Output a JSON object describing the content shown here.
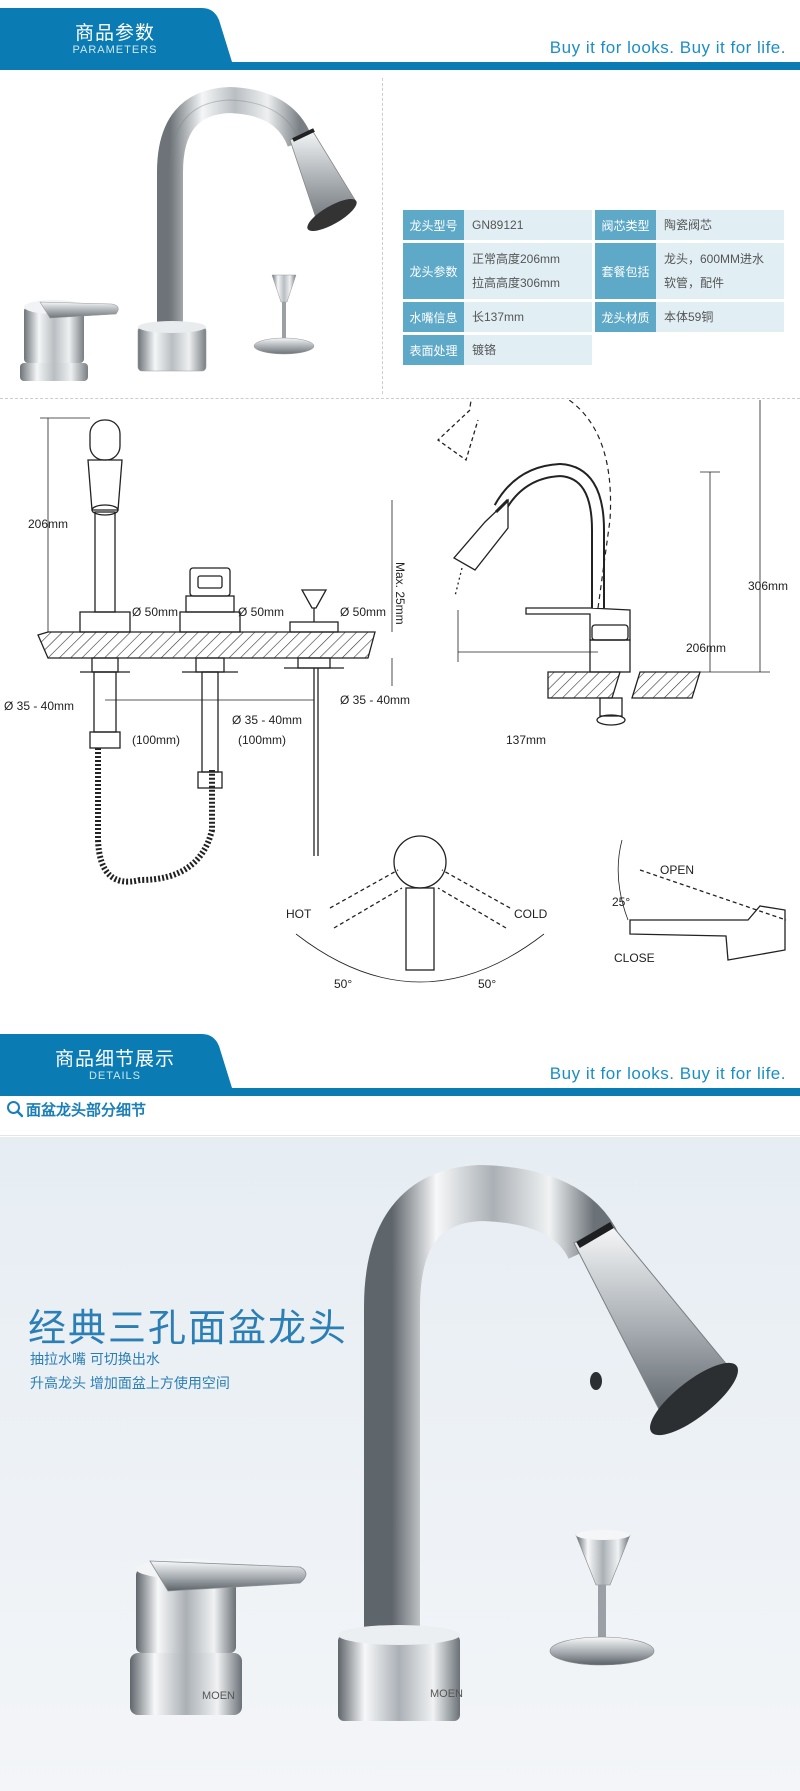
{
  "sections": {
    "params": {
      "title_cn": "商品参数",
      "title_en": "PARAMETERS",
      "slogan": "Buy it for looks. Buy it for life."
    },
    "details": {
      "title_cn": "商品细节展示",
      "title_en": "DETAILS",
      "slogan": "Buy it for looks. Buy it for life."
    }
  },
  "brand_mark": "MOEN",
  "params_table": {
    "model_label": "龙头型号",
    "model_value": "GN89121",
    "valve_label": "阀芯类型",
    "valve_value": "陶瓷阀芯",
    "spec_label": "龙头参数",
    "spec_value_1": "正常高度206mm",
    "spec_value_2": "拉高高度306mm",
    "package_label": "套餐包括",
    "package_value_1": "龙头，600MM进水",
    "package_value_2": "软管，配件",
    "spout_label": "水嘴信息",
    "spout_value": "长137mm",
    "material_label": "龙头材质",
    "material_value": "本体59铜",
    "surface_label": "表面处理",
    "surface_value": "镀铬"
  },
  "diagram": {
    "height_206": "206mm",
    "dia_50_a": "Ø 50mm",
    "dia_50_b": "Ø 50mm",
    "dia_50_c": "Ø 50mm",
    "max_25": "Max. 25mm",
    "hole_35_40_a": "Ø 35 - 40mm",
    "hole_35_40_b": "Ø 35 - 40mm",
    "hole_35_40_c": "Ø 35 - 40mm",
    "spacing_100_a": "(100mm)",
    "spacing_100_b": "(100mm)",
    "side_206": "206mm",
    "side_306": "306mm",
    "reach_137": "137mm",
    "hot": "HOT",
    "cold": "COLD",
    "angle_50_a": "50°",
    "angle_50_b": "50°",
    "open": "OPEN",
    "close": "CLOSE",
    "angle_25": "25°"
  },
  "details": {
    "sub_title": "面盆龙头部分细节",
    "hero_title": "经典三孔面盆龙头",
    "hero_line_1": "抽拉水嘴 可切换出水",
    "hero_line_2": "升高龙头 增加面盆上方使用空间"
  },
  "colors": {
    "brand_blue": "#0a7bb3",
    "label_blue": "#5fa9c8",
    "cell_bg": "#e1eff5",
    "text_blue": "#2b7fb5"
  }
}
